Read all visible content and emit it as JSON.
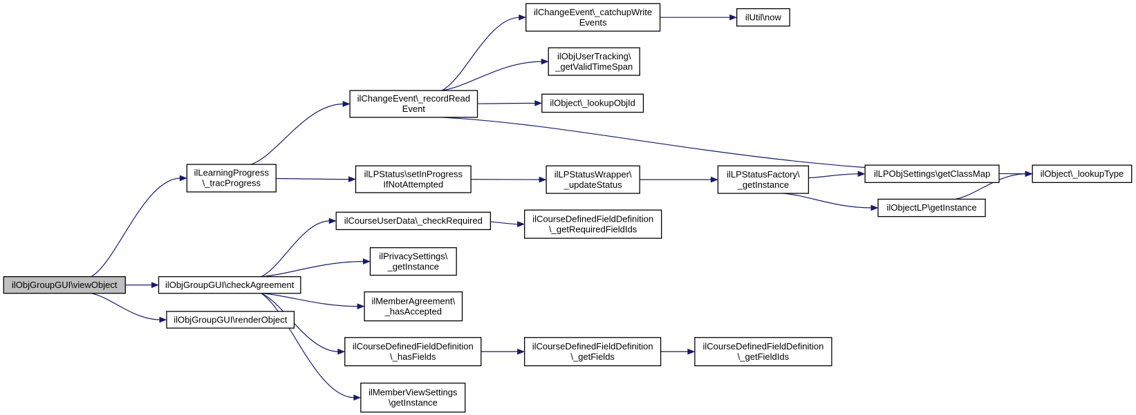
{
  "diagram": {
    "type": "call-graph",
    "colors": {
      "edge": "#191970",
      "node_border": "#000000",
      "root_fill": "#bfbfbf",
      "node_fill": "#ffffff"
    },
    "nodes": [
      {
        "id": "n_viewObject",
        "lines": [
          "ilObjGroupGUI\\viewObject"
        ],
        "root": true
      },
      {
        "id": "n_checkAgreement",
        "lines": [
          "ilObjGroupGUI\\checkAgreement"
        ]
      },
      {
        "id": "n_renderObject",
        "lines": [
          "ilObjGroupGUI\\renderObject"
        ]
      },
      {
        "id": "n_tracProgress",
        "lines": [
          "ilLearningProgress",
          "\\_tracProgress"
        ]
      },
      {
        "id": "n_recordRead",
        "lines": [
          "ilChangeEvent\\_recordRead",
          "Event"
        ]
      },
      {
        "id": "n_catchupWrite",
        "lines": [
          "ilChangeEvent\\_catchupWrite",
          "Events"
        ]
      },
      {
        "id": "n_utilNow",
        "lines": [
          "ilUtil\\now"
        ]
      },
      {
        "id": "n_validTimeSpan",
        "lines": [
          "ilObjUserTracking\\",
          "_getValidTimeSpan"
        ]
      },
      {
        "id": "n_lookupObjId",
        "lines": [
          "ilObject\\_lookupObjId"
        ]
      },
      {
        "id": "n_lookupType",
        "lines": [
          "ilObject\\_lookupType"
        ]
      },
      {
        "id": "n_setInProgress",
        "lines": [
          "ilLPStatus\\setInProgress",
          "IfNotAttempted"
        ]
      },
      {
        "id": "n_updateStatus",
        "lines": [
          "ilLPStatusWrapper\\",
          "_updateStatus"
        ]
      },
      {
        "id": "n_factoryGetInstance",
        "lines": [
          "ilLPStatusFactory\\",
          "_getInstance"
        ]
      },
      {
        "id": "n_getClassMap",
        "lines": [
          "ilLPObjSettings\\getClassMap"
        ]
      },
      {
        "id": "n_objectLPGetInstance",
        "lines": [
          "ilObjectLP\\getInstance"
        ]
      },
      {
        "id": "n_checkRequired",
        "lines": [
          "ilCourseUserData\\_checkRequired"
        ]
      },
      {
        "id": "n_getRequiredFieldIds",
        "lines": [
          "ilCourseDefinedFieldDefinition",
          "\\_getRequiredFieldIds"
        ]
      },
      {
        "id": "n_privacyGetInstance",
        "lines": [
          "ilPrivacySettings\\",
          "_getInstance"
        ]
      },
      {
        "id": "n_hasAccepted",
        "lines": [
          "ilMemberAgreement\\",
          "_hasAccepted"
        ]
      },
      {
        "id": "n_hasFields",
        "lines": [
          "ilCourseDefinedFieldDefinition",
          "\\_hasFields"
        ]
      },
      {
        "id": "n_getFields",
        "lines": [
          "ilCourseDefinedFieldDefinition",
          "\\_getFields"
        ]
      },
      {
        "id": "n_getFieldIds",
        "lines": [
          "ilCourseDefinedFieldDefinition",
          "\\_getFieldIds"
        ]
      },
      {
        "id": "n_memberViewGetInstance",
        "lines": [
          "ilMemberViewSettings",
          "\\getInstance"
        ]
      }
    ],
    "edges": [
      {
        "from": "n_viewObject",
        "to": "n_tracProgress"
      },
      {
        "from": "n_viewObject",
        "to": "n_checkAgreement"
      },
      {
        "from": "n_viewObject",
        "to": "n_renderObject"
      },
      {
        "from": "n_tracProgress",
        "to": "n_recordRead"
      },
      {
        "from": "n_tracProgress",
        "to": "n_setInProgress"
      },
      {
        "from": "n_recordRead",
        "to": "n_catchupWrite"
      },
      {
        "from": "n_recordRead",
        "to": "n_validTimeSpan"
      },
      {
        "from": "n_recordRead",
        "to": "n_lookupObjId"
      },
      {
        "from": "n_recordRead",
        "to": "n_lookupType"
      },
      {
        "from": "n_catchupWrite",
        "to": "n_utilNow"
      },
      {
        "from": "n_setInProgress",
        "to": "n_updateStatus"
      },
      {
        "from": "n_updateStatus",
        "to": "n_factoryGetInstance"
      },
      {
        "from": "n_factoryGetInstance",
        "to": "n_getClassMap"
      },
      {
        "from": "n_factoryGetInstance",
        "to": "n_objectLPGetInstance"
      },
      {
        "from": "n_objectLPGetInstance",
        "to": "n_lookupType"
      },
      {
        "from": "n_checkAgreement",
        "to": "n_checkRequired"
      },
      {
        "from": "n_checkAgreement",
        "to": "n_privacyGetInstance"
      },
      {
        "from": "n_checkAgreement",
        "to": "n_hasAccepted"
      },
      {
        "from": "n_checkAgreement",
        "to": "n_hasFields"
      },
      {
        "from": "n_checkAgreement",
        "to": "n_memberViewGetInstance"
      },
      {
        "from": "n_checkRequired",
        "to": "n_getRequiredFieldIds"
      },
      {
        "from": "n_hasFields",
        "to": "n_getFields"
      },
      {
        "from": "n_getFields",
        "to": "n_getFieldIds"
      }
    ]
  }
}
